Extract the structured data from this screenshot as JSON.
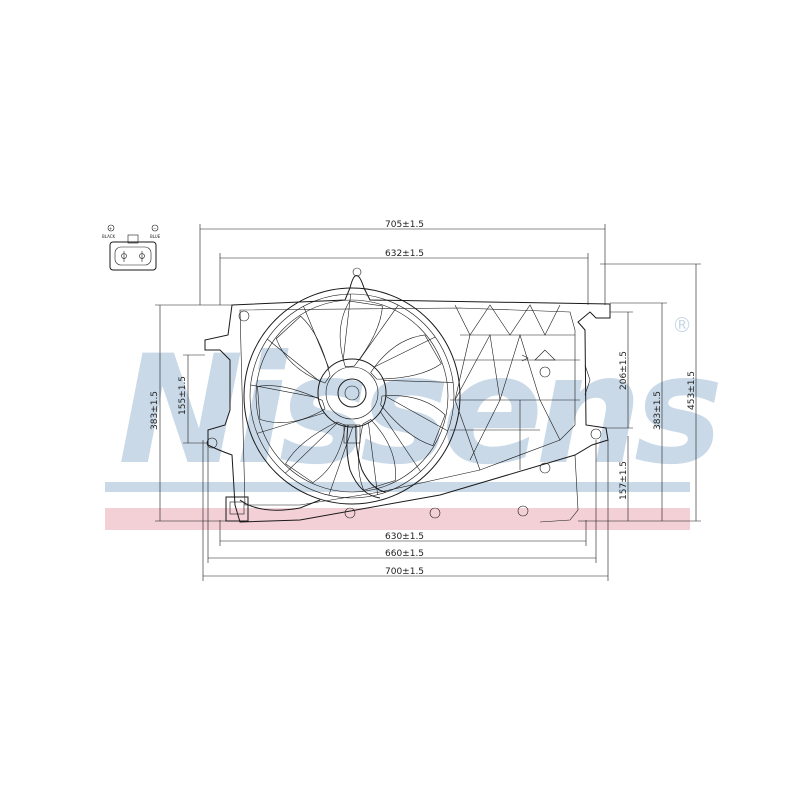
{
  "watermark": {
    "brand": "Nissens",
    "registered": "®",
    "bar_color_blue": "#c9d9e8",
    "bar_color_red": "#f3cfd6"
  },
  "connector": {
    "pin_left_label": "BLACK",
    "pin_right_label": "BLUE",
    "pin_left_symbol": "+",
    "pin_right_symbol": "−"
  },
  "dimensions": {
    "width_top_outer": "705±1.5",
    "width_top_inner": "632±1.5",
    "width_bottom_inner": "630±1.5",
    "width_bottom_mid": "660±1.5",
    "width_bottom_outer": "700±1.5",
    "height_left_outer": "383±1.5",
    "height_left_inner": "155±1.5",
    "height_right_upper": "206±1.5",
    "height_right_mid": "383±1.5",
    "height_right_lower": "157±1.5",
    "height_right_outer": "453±1.5"
  }
}
